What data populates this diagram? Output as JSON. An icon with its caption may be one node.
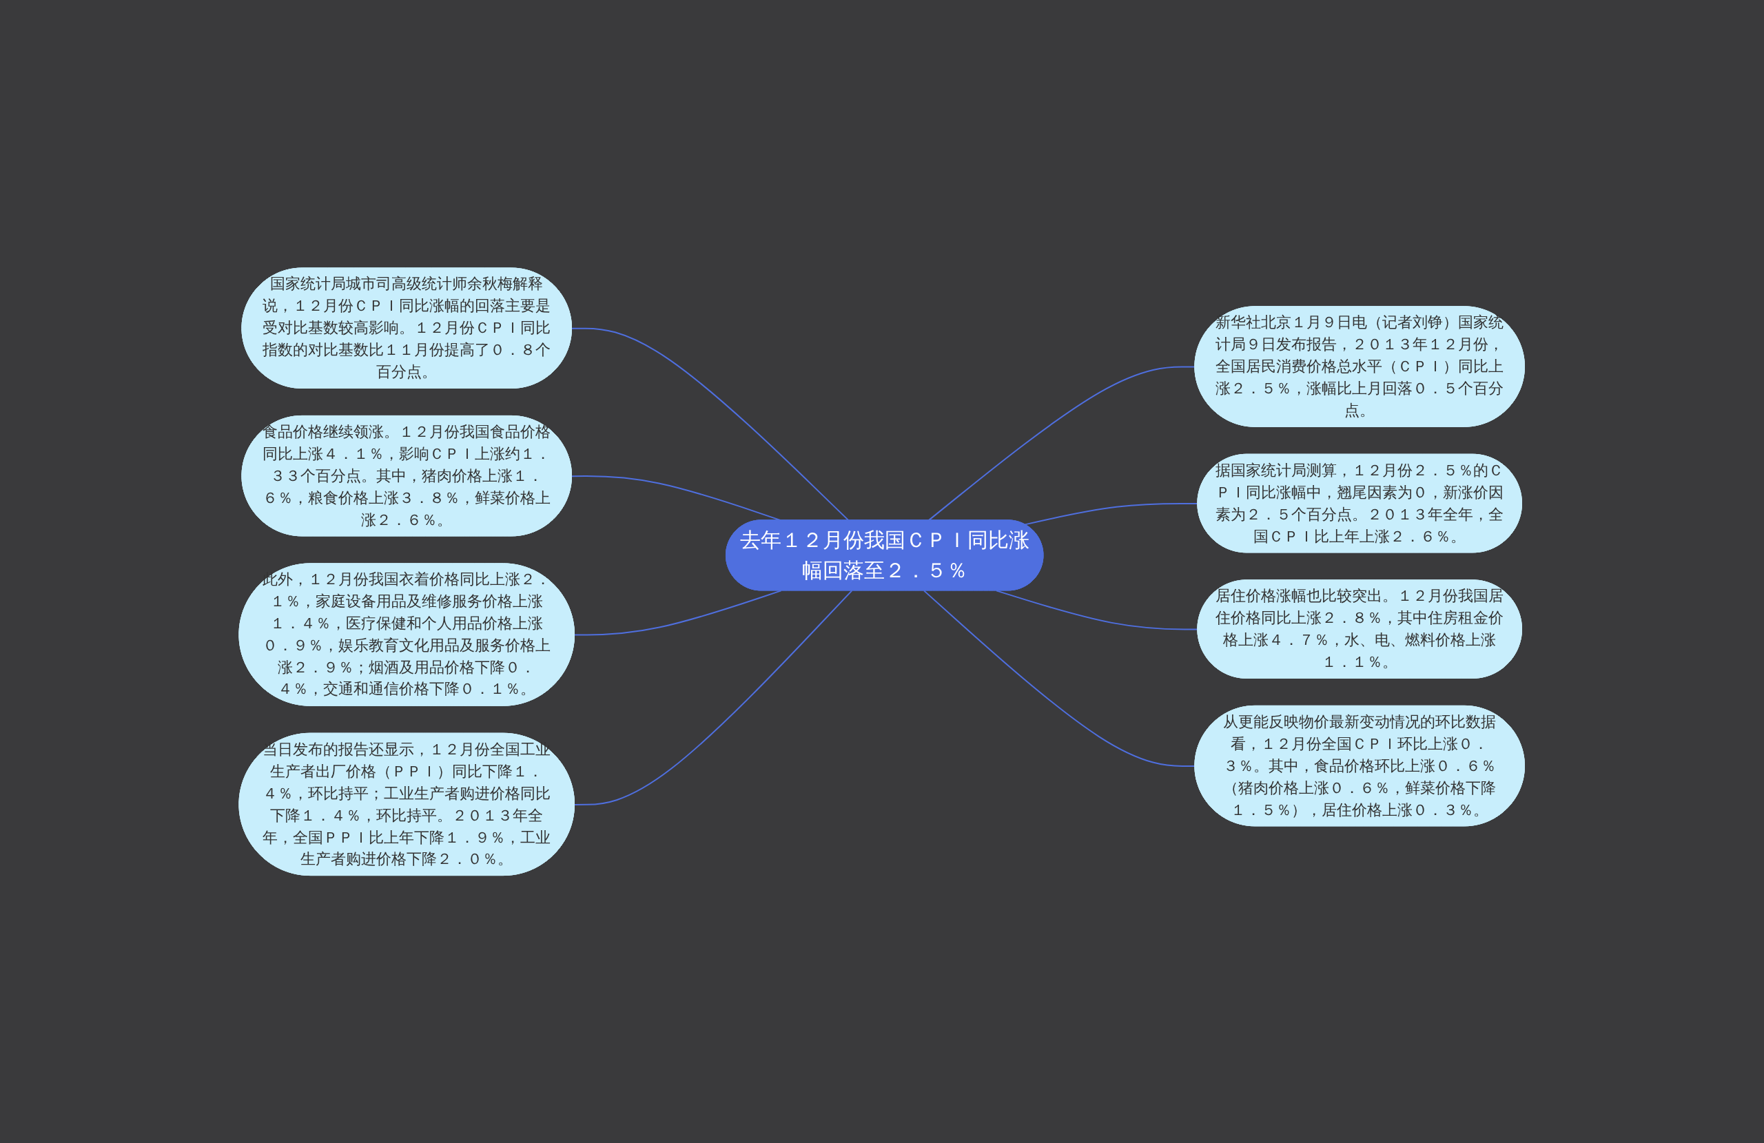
{
  "diagram": {
    "nodes": [
      {
        "text": [
          "去年１２月份我国ＣＰＩ同比涨幅回落至２．５％"
        ]
      },
      {
        "text": [
          "国家统计局城市司高级统计师余秋梅解释说，１２月份ＣＰＩ同比涨幅的回落主要是受对比基数较高影响。１２月份ＣＰＩ同比指数的对比基数比１１月份提高了０．８个百分点。"
        ]
      },
      {
        "text": [
          "食品价格继续领涨。１２月份我国食品价格同比上涨４．１％，影响ＣＰＩ上涨约１．３３个百分点。其中，猪肉价格上涨１．６％，粮食价格上涨３．８％，鲜菜价格上涨２．６％。"
        ]
      },
      {
        "text": [
          "此外，１２月份我国衣着价格同比上涨２．１％，家庭设备用品及维修服务价格上涨１．４％，医疗保健和个人用品价格上涨０．９％，娱乐教育文化用品及服务价格上涨２．９％；烟酒及用品价格下降０．４％，交通和通信价格下降０．１％。"
        ]
      },
      {
        "text": [
          "当日发布的报告还显示，１２月份全国工业生产者出厂价格（ＰＰＩ）同比下降１．４％，环比持平；工业生产者购进价格同比下降１．４％，环比持平。２０１３年全年，全国ＰＰＩ比上年下降１．９％，工业生产者购进价格下降２．０％。"
        ]
      },
      {
        "text": [
          "新华社北京１月９日电（记者刘铮）国家统计局９日发布报告，２０１３年１２月份，全国居民消费价格总水平（ＣＰＩ）同比上涨２．５％，涨幅比上月回落０．５个百分点。"
        ]
      },
      {
        "text": [
          "据国家统计局测算，１２月份２．５％的ＣＰＩ同比涨幅中，翘尾因素为０，新涨价因素为２．５个百分点。２０１３年全年，全国ＣＰＩ比上年上涨２．６％。"
        ]
      },
      {
        "text": [
          "居住价格涨幅也比较突出。１２月份我国居住价格同比上涨２．８％，其中住房租金价格上涨４．７％，水、电、燃料价格上涨１．１％。"
        ]
      },
      {
        "text": [
          "从更能反映物价最新变动情况的环比数据看，１２月份全国ＣＰＩ环比上涨０．３％。其中，食品价格环比上涨０．６％（猪肉价格上涨０．６％，鲜菜价格下降１．５％），居住价格上涨０．３％。"
        ]
      }
    ],
    "edges": [
      {
        "from": 0,
        "to": 1,
        "arrow": "none"
      },
      {
        "from": 0,
        "to": 2,
        "arrow": "none"
      },
      {
        "from": 0,
        "to": 3,
        "arrow": "none"
      },
      {
        "from": 0,
        "to": 4,
        "arrow": "none"
      },
      {
        "from": 0,
        "to": 5,
        "arrow": "none"
      },
      {
        "from": 0,
        "to": 6,
        "arrow": "none"
      },
      {
        "from": 0,
        "to": 7,
        "arrow": "none"
      },
      {
        "from": 0,
        "to": 8,
        "arrow": "none"
      }
    ]
  }
}
